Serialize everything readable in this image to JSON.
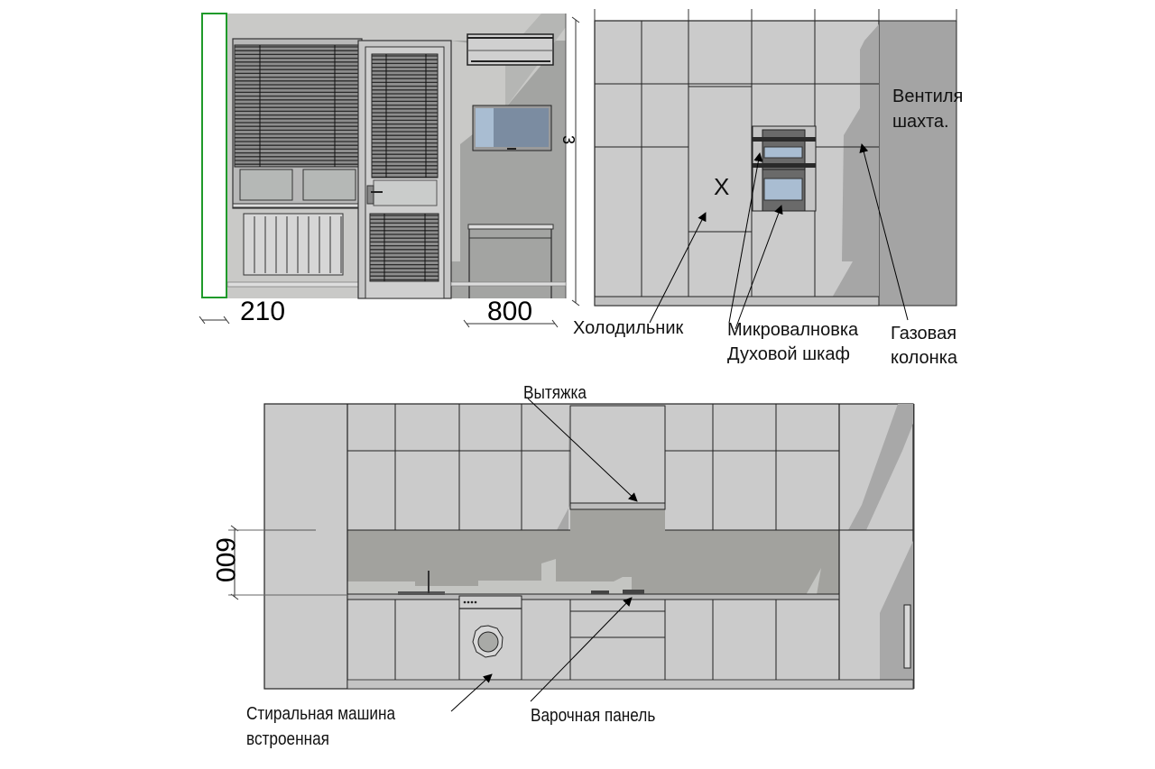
{
  "colors": {
    "wall": "#c8c8c6",
    "wall_shadow": "#a3a4a2",
    "cabinet": "#cbcbcb",
    "cabinet_shadow": "#a4a4a4",
    "backsplash": "#a2a29e",
    "outline": "#222222",
    "frame_green": "#1f9a2a",
    "glass": "#a9bdd2",
    "tv_screen": "#7a8ba0"
  },
  "view_left": {
    "name": "window-wall-elevation",
    "dimensions": {
      "width_left": "210",
      "width_table": "800",
      "height_partial": "3"
    }
  },
  "view_right": {
    "name": "tall-cabinets-elevation",
    "mark_x": "X",
    "labels": {
      "fridge": "Холодильник",
      "microwave": "Микровалновка",
      "oven": "Духовой шкаф",
      "gas_heater_line1": "Газовая",
      "gas_heater_line2": "колонка",
      "vent_line1": "Вентиля",
      "vent_line2": "шахта."
    }
  },
  "view_bottom": {
    "name": "main-kitchen-elevation",
    "dimensions": {
      "backsplash_height": "600"
    },
    "labels": {
      "hood": "Вытяжка",
      "washer_line1": "Стиральная машина",
      "washer_line2": "встроенная",
      "cooktop": "Варочная панель"
    }
  }
}
